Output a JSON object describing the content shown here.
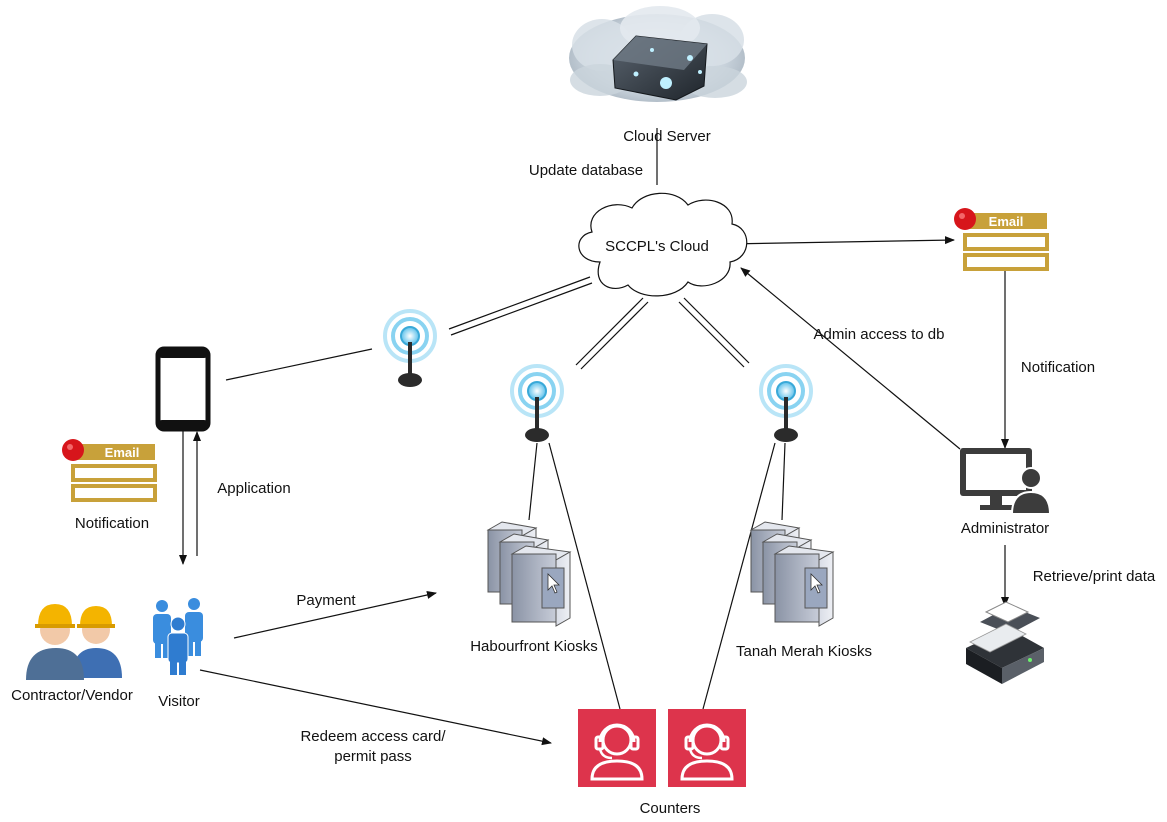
{
  "nodes": {
    "cloud_server": "Cloud Server",
    "sccpl_cloud": "SCCPL's Cloud",
    "notification_right": "Notification",
    "notification_left": "Notification",
    "administrator": "Administrator",
    "contractor": "Contractor/Vendor",
    "visitor": "Visitor",
    "habourfront": "Habourfront Kiosks",
    "tanah_merah": "Tanah Merah Kiosks",
    "counters": "Counters",
    "email_badge": "Email"
  },
  "edges": {
    "update_database": "Update database",
    "admin_access": "Admin access to db",
    "application": "Application",
    "payment": "Payment",
    "redeem_line1": "Redeem access card/",
    "redeem_line2": "permit pass",
    "retrieve_print": "Retrieve/print data"
  },
  "colors": {
    "email_gold": "#C8A13A",
    "alert_red": "#D7151B",
    "counter_red": "#DD344C",
    "antenna_blue": "#5BC0EB",
    "hardhat_yellow": "#F4B400",
    "visitor_blue": "#3A8DDE",
    "monitor_dark": "#3C3C3C"
  },
  "icons": [
    "server-rack-icon",
    "cloud-icon",
    "wireless-antenna-icon",
    "smartphone-icon",
    "email-notification-icon",
    "kiosk-server-icon",
    "counter-agent-icon",
    "administrator-workstation-icon",
    "printer-icon",
    "contractor-workers-icon",
    "visitor-group-icon"
  ]
}
